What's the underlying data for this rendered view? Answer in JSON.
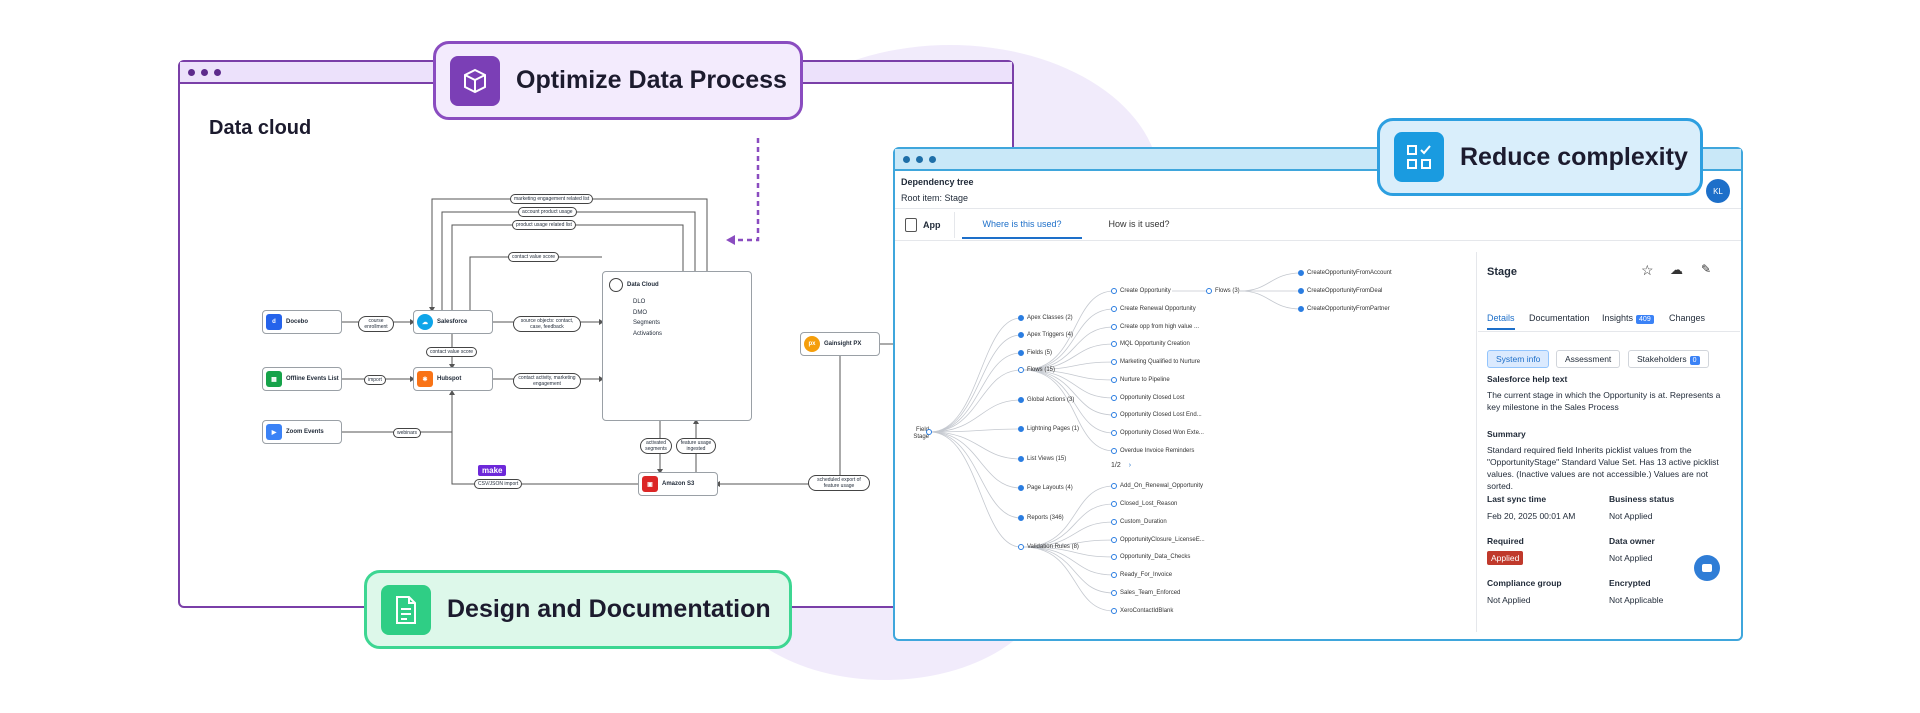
{
  "pills": {
    "optimize": "Optimize Data Process",
    "reduce": "Reduce complexity",
    "design": "Design and Documentation"
  },
  "colors": {
    "purple": "#7a3fa8",
    "blue": "#3fa6dc",
    "green": "#3dd692"
  },
  "data_cloud": {
    "title": "Data cloud",
    "nodes": {
      "docebo": "Docebo",
      "offline": "Offline Events List",
      "zoom": "Zoom Events",
      "salesforce": "Salesforce",
      "hubspot": "Hubspot",
      "gainsight": "Gainsight PX",
      "amazon": "Amazon S3",
      "make": "make"
    },
    "datacloud_box": {
      "title": "Data Cloud",
      "items": [
        "DLO",
        "DMO",
        "Segments",
        "Activations"
      ]
    },
    "edge_labels": {
      "marketing_eng": "marketing engagement related list",
      "account_usage": "account product usage",
      "product_usage": "product usage related list",
      "contact_value": "contact value score",
      "course_enroll": "course enrollment",
      "source_objects": "source objects: contact, case, feedback",
      "contact_value2": "contact value score",
      "import": "import",
      "contact_activity": "contact activity, marketing engagement",
      "webinars": "webinars",
      "activated": "activated segments",
      "feature_usage": "feature usage ingested",
      "scheduled": "scheduled export of feature usage",
      "csv": "CSV/JSON import"
    }
  },
  "dependency": {
    "title": "Dependency tree",
    "root": "Root item: Stage",
    "avatar": "KL",
    "app": "App",
    "tabs": [
      "Where is this used?",
      "How is it used?"
    ],
    "root_node": "Field Stage",
    "categories": [
      "Apex Classes (2)",
      "Apex Triggers (4)",
      "Fields (5)",
      "Flows (15)",
      "Global Actions (3)",
      "Lightning Pages (1)",
      "List Views (15)",
      "Page Layouts (4)",
      "Reports (346)",
      "Validation Rules (8)"
    ],
    "flows": [
      "Create Opportunity",
      "Create Renewal Opportunity",
      "Create opp from high value ...",
      "MQL Opportunity Creation",
      "Marketing Qualified to Nurture",
      "Nurture to Pipeline",
      "Opportunity Closed Lost",
      "Opportunity Closed Lost End...",
      "Opportunity Closed Won Exte...",
      "Overdue Invoice Reminders"
    ],
    "pager": "1/2",
    "flows_node": "Flows (3)",
    "flow_children": [
      "CreateOpportunityFromAccount",
      "CreateOpportunityFromDeal",
      "CreateOpportunityFromPartner"
    ],
    "rules": [
      "Add_On_Renewal_Opportunity",
      "Closed_Lost_Reason",
      "Custom_Duration",
      "OpportunityClosure_LicenseE...",
      "Opportunity_Data_Checks",
      "Ready_For_Invoice",
      "Sales_Team_Enforced",
      "XeroContactIdBlank"
    ]
  },
  "panel": {
    "title": "Stage",
    "tabs": [
      "Details",
      "Documentation",
      "Insights",
      "Changes"
    ],
    "insights_badge": "409",
    "subtabs": [
      "System info",
      "Assessment",
      "Stakeholders"
    ],
    "stakeholders_badge": "0",
    "help_label": "Salesforce help text",
    "help_text": "The current stage in which the Opportunity is at. Represents a key milestone in the Sales Process",
    "summary_label": "Summary",
    "summary_text": "Standard required field Inherits picklist values from the \"OpportunityStage\" Standard Value Set. Has 13 active picklist values. (Inactive values are not accessible.) Values are not sorted.",
    "last_sync_label": "Last sync time",
    "last_sync": "Feb 20, 2025 00:01 AM",
    "business_label": "Business status",
    "business": "Not Applied",
    "required_label": "Required",
    "required": "Applied",
    "owner_label": "Data owner",
    "owner": "Not Applied",
    "compliance_label": "Compliance group",
    "compliance": "Not Applied",
    "encrypted_label": "Encrypted",
    "encrypted": "Not Applicable"
  }
}
